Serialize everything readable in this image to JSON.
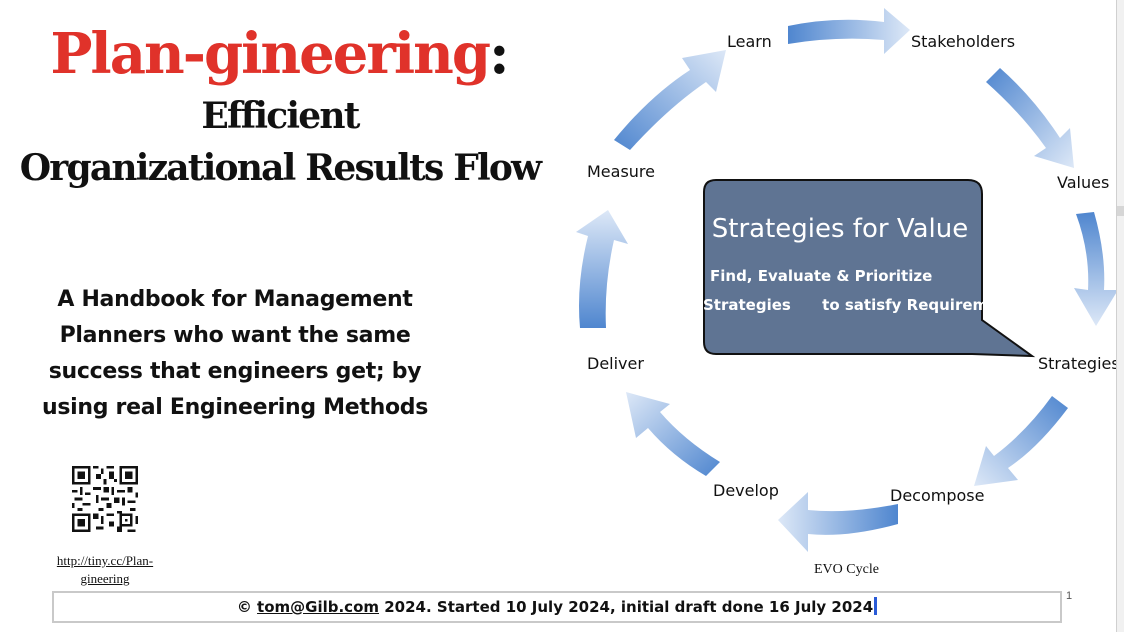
{
  "title": {
    "main": "Plan-gineering",
    "colon": ":",
    "line2": "Efficient",
    "line3": "Organizational Results Flow"
  },
  "handbook": {
    "line1": "A Handbook for Management",
    "line2": "Planners who want the same",
    "line3": "success that engineers get; by",
    "line4": "using real Engineering Methods"
  },
  "qr": {
    "icon": "qr-code-icon",
    "link_line1": "http://tiny.cc/Plan-",
    "link_line2": "gineering"
  },
  "cycle": {
    "caption": "EVO Cycle",
    "arrow_colors": {
      "light": "#dde8f7",
      "dark": "#4f86cf"
    },
    "stages": {
      "learn": "Learn",
      "stakeholders": "Stakeholders",
      "values": "Values",
      "strategies": "Strategies",
      "decompose": "Decompose",
      "develop": "Develop",
      "deliver": "Deliver",
      "measure": "Measure"
    },
    "callout": {
      "title": "Strategies for Value",
      "line1": "Find, Evaluate & Prioritize",
      "line2": "Strategies      to satisfy Requirements.",
      "fill": "#5f7493"
    }
  },
  "footer": {
    "prefix": "© ",
    "email": "tom@Gilb.com",
    "suffix": " 2024. Started 10 July 2024, initial draft done 16 July 2024"
  },
  "page_number": "1"
}
